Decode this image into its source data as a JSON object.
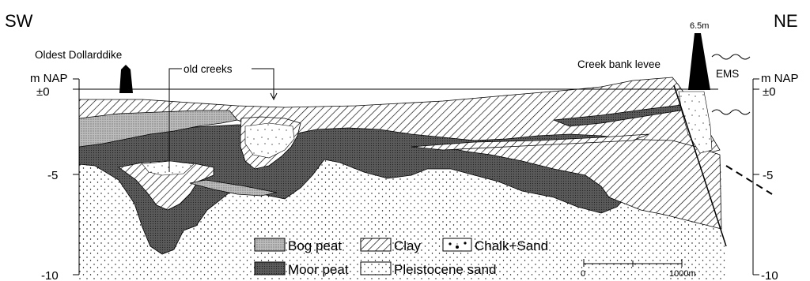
{
  "directions": {
    "left": "SW",
    "right": "NE"
  },
  "annotations": {
    "oldest_dike": "Oldest Dollarddike",
    "old_creeks": "old creeks",
    "levee": "Creek bank levee",
    "height": "6.5m",
    "ems": "EMS"
  },
  "axis": {
    "unit_left": "m NAP",
    "unit_right": "m NAP",
    "ticks_left": [
      "±0",
      "-5",
      "-10"
    ],
    "ticks_right": [
      "±0",
      "-5",
      "-10"
    ]
  },
  "legend": {
    "bog_peat": "Bog peat",
    "moor_peat": "Moor peat",
    "clay": "Clay",
    "sand": "Pleistocene sand",
    "chalk": "Chalk+Sand"
  },
  "scalebar": {
    "start": "0",
    "end": "1000m"
  }
}
